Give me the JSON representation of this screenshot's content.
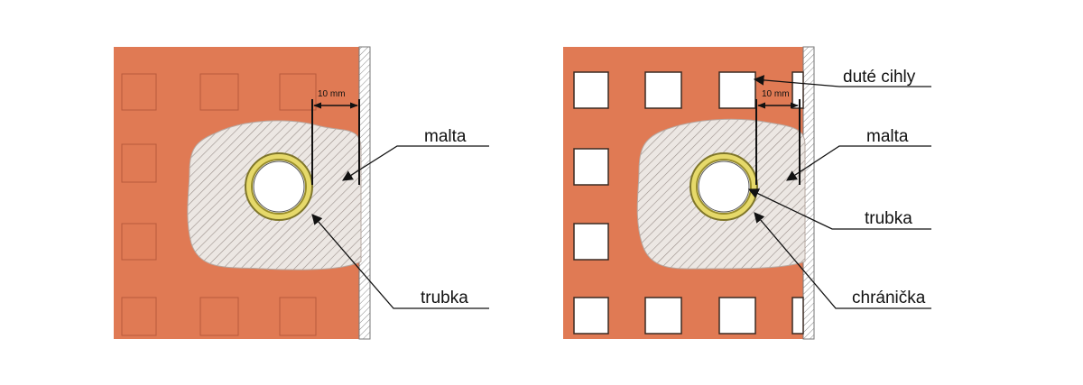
{
  "colors": {
    "brick": "#e07a54",
    "brick_edge": "#b85a3c",
    "mortar": "#ece7e3",
    "hatch": "#9a8f8a",
    "sleeve": "#e6d96a",
    "sleeve_edge": "#9a8e2c",
    "wall_hatch": "#8a8a8a",
    "line": "#111111"
  },
  "icons": {
    "left_pipe": "pipe-with-sleeve-icon",
    "right_pipe": "pipe-with-sleeve-icon"
  },
  "left_diagram": {
    "dimension": "10 mm",
    "label_mortar": "malta",
    "label_pipe": "trubka"
  },
  "right_diagram": {
    "dimension": "10 mm",
    "label_hollow_bricks": "duté cihly",
    "label_mortar": "malta",
    "label_pipe": "trubka",
    "label_sleeve": "chránička"
  }
}
